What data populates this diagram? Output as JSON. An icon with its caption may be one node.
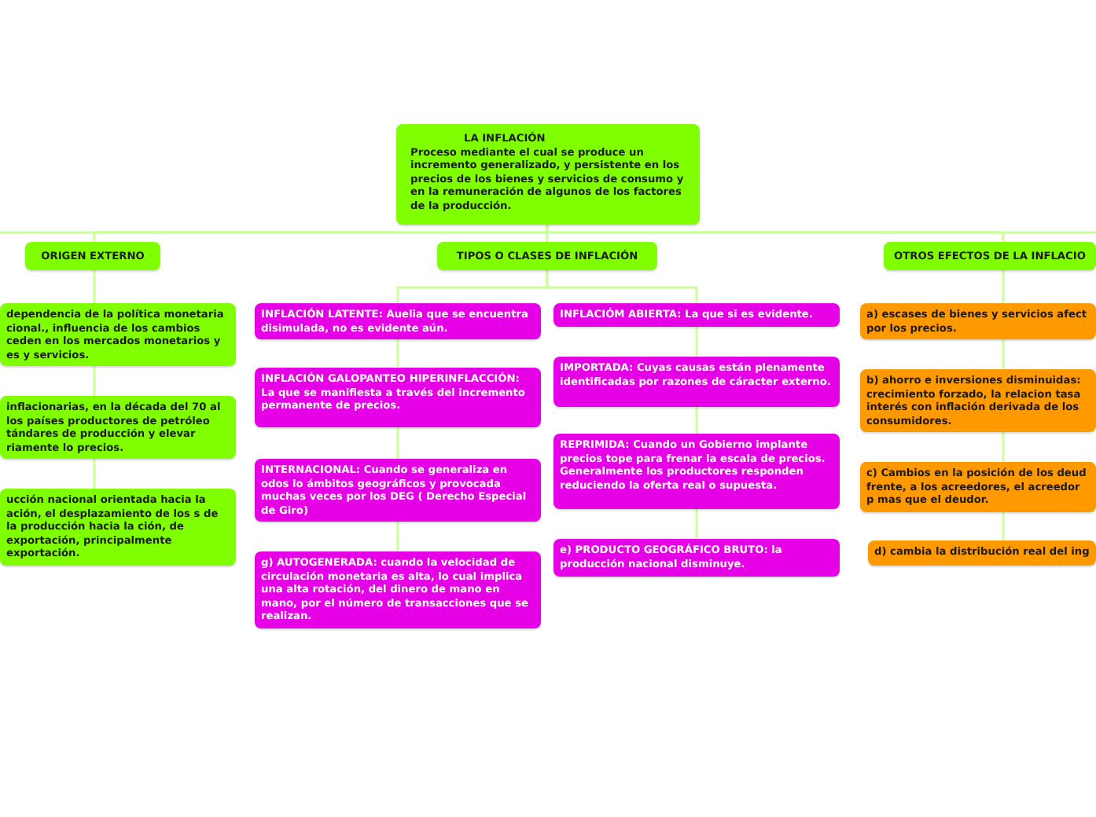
{
  "diagram": {
    "nodes": [
      {
        "text": [
          "LA INFLACIÓN",
          "Proceso mediante el cual se produce un incremento generalizado, y persistente en los precios de los bienes y servicios de consumo y en la remuneración de algunos de los factores de la producción."
        ]
      },
      {
        "text": [
          "ORIGEN EXTERNO"
        ]
      },
      {
        "text": [
          "TIPOS O CLASES DE INFLACIÓN"
        ]
      },
      {
        "text": [
          "OTROS EFECTOS DE LA INFLACIO"
        ]
      },
      {
        "text": [
          "dependencia de la política monetaria cional., influencia de los cambios ceden en los mercados monetarios y es y servicios."
        ]
      },
      {
        "text": [
          "inflacionarias, en la década del 70 al los países productores de petróleo tándares de producción y elevar riamente lo precios."
        ]
      },
      {
        "text": [
          "ucción nacional orientada hacia la ación, el desplazamiento de los s de la producción hacia la ción, de exportación, principalmente exportación."
        ]
      },
      {
        "text": [
          "INFLACIÓN LATENTE: Auelia que se encuentra disimulada, no es evidente aún."
        ]
      },
      {
        "text": [
          "INFLACIÓN GALOPANTEO HIPERINFLACCIÓN: La que se manifiesta a través del incremento permanente de precios."
        ]
      },
      {
        "text": [
          "INTERNACIONAL: Cuando se generaliza en odos lo ámbitos geográficos y provocada muchas veces por  los DEG ( Derecho Especial de Giro)"
        ]
      },
      {
        "text": [
          "g) AUTOGENERADA: cuando la velocidad de circulación monetaria es alta, lo cual implica una alta rotación, del dinero de mano en mano, por el número de transacciones que se realizan."
        ]
      },
      {
        "text": [
          "INFLACIÓM ABIERTA: La que si es evidente."
        ]
      },
      {
        "text": [
          "IMPORTADA: Cuyas causas están plenamente identificadas por razones  de cáracter externo."
        ]
      },
      {
        "text": [
          "REPRIMIDA: Cuando un Gobierno implante precios tope para frenar la escala de precios. Generalmente los productores responden reduciendo la oferta real o supuesta."
        ]
      },
      {
        "text": [
          "e) PRODUCTO GEOGRÁFICO BRUTO: la producción nacional disminuye."
        ]
      },
      {
        "text": [
          "a) escases de bienes y servicios afect por los precios."
        ]
      },
      {
        "text": [
          "b) ahorro e inversiones disminuidas: crecimiento forzado, la relacion tasa interés con inflación derivada de los consumidores."
        ]
      },
      {
        "text": [
          "c) Cambios en la posición de los deud frente, a los acreedores, el acreedor p mas que el deudor."
        ]
      },
      {
        "text": [
          "d) cambia la distribución real del ing"
        ]
      }
    ],
    "edges": [
      {
        "from": 0,
        "to": 1,
        "arrow": "none"
      },
      {
        "from": 0,
        "to": 2,
        "arrow": "none"
      },
      {
        "from": 0,
        "to": 3,
        "arrow": "none"
      },
      {
        "from": 1,
        "to": 4,
        "arrow": "none"
      },
      {
        "from": 4,
        "to": 5,
        "arrow": "none"
      },
      {
        "from": 5,
        "to": 6,
        "arrow": "none"
      },
      {
        "from": 2,
        "to": 7,
        "arrow": "none"
      },
      {
        "from": 7,
        "to": 8,
        "arrow": "none"
      },
      {
        "from": 8,
        "to": 9,
        "arrow": "none"
      },
      {
        "from": 9,
        "to": 10,
        "arrow": "none"
      },
      {
        "from": 2,
        "to": 11,
        "arrow": "none"
      },
      {
        "from": 11,
        "to": 12,
        "arrow": "none"
      },
      {
        "from": 12,
        "to": 13,
        "arrow": "none"
      },
      {
        "from": 13,
        "to": 14,
        "arrow": "none"
      },
      {
        "from": 3,
        "to": 15,
        "arrow": "none"
      },
      {
        "from": 15,
        "to": 16,
        "arrow": "none"
      },
      {
        "from": 16,
        "to": 17,
        "arrow": "none"
      },
      {
        "from": 17,
        "to": 18,
        "arrow": "none"
      }
    ]
  }
}
